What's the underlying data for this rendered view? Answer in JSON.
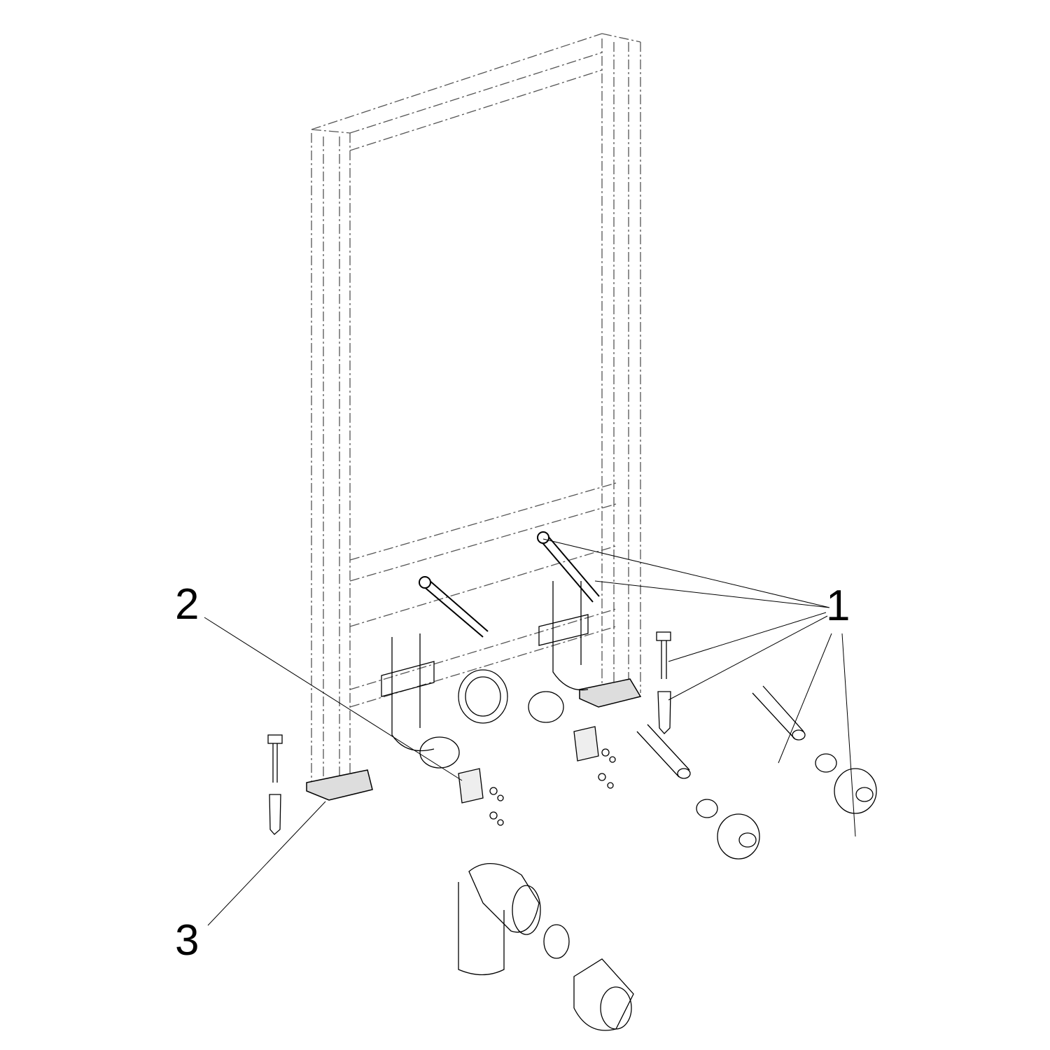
{
  "diagram": {
    "type": "exploded-assembly-view",
    "callouts": [
      {
        "id": "1",
        "label": "1"
      },
      {
        "id": "2",
        "label": "2"
      },
      {
        "id": "3",
        "label": "3"
      }
    ]
  }
}
